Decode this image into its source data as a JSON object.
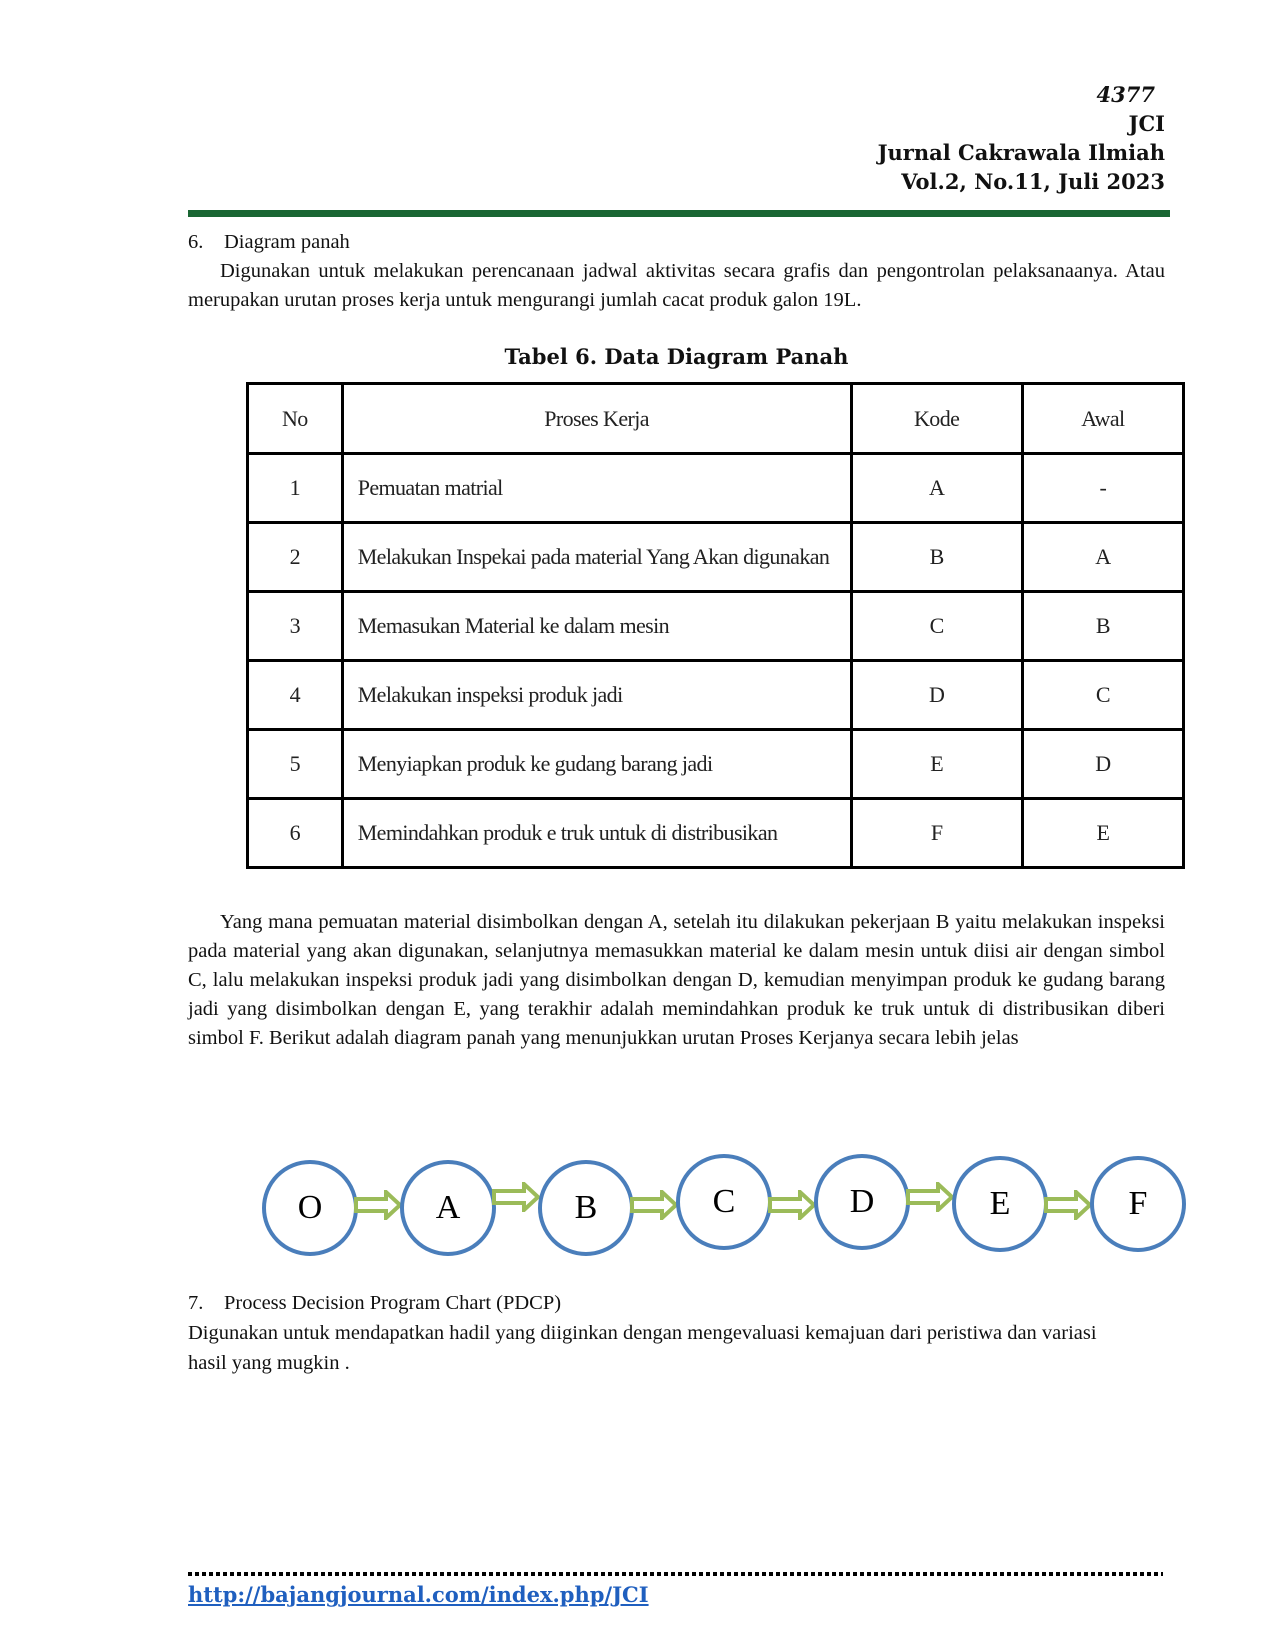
{
  "header": {
    "page_number": "4377",
    "journal_abbr": "JCI",
    "journal_name": "Jurnal Cakrawala Ilmiah",
    "volume": "Vol.2, No.11, Juli 2023"
  },
  "section6": {
    "number": "6.",
    "title": "Diagram panah",
    "intro": "Digunakan untuk melakukan perencanaan jadwal aktivitas secara grafis dan pengontrolan pelaksanaanya. Atau merupakan urutan proses kerja untuk mengurangi jumlah cacat produk galon 19L.",
    "table_caption": "Tabel 6. Data Diagram Panah",
    "table": {
      "headers": [
        "No",
        "Proses Kerja",
        "Kode",
        "Awal"
      ],
      "rows": [
        {
          "no": "1",
          "proses": "Pemuatan matrial",
          "kode": "A",
          "awal": "-"
        },
        {
          "no": "2",
          "proses": "Melakukan Inspekai pada material Yang Akan digunakan",
          "kode": "B",
          "awal": "A"
        },
        {
          "no": "3",
          "proses": "Memasukan Material ke dalam mesin",
          "kode": "C",
          "awal": "B"
        },
        {
          "no": "4",
          "proses": "Melakukan inspeksi produk jadi",
          "kode": "D",
          "awal": "C"
        },
        {
          "no": "5",
          "proses": "Menyiapkan produk ke gudang barang jadi",
          "kode": "E",
          "awal": "D"
        },
        {
          "no": "6",
          "proses": "Memindahkan produk e truk untuk di distribusikan",
          "kode": "F",
          "awal": "E"
        }
      ]
    },
    "explanation": "Yang mana pemuatan material disimbolkan dengan A, setelah itu dilakukan pekerjaan B yaitu melakukan inspeksi pada material yang akan digunakan, selanjutnya memasukkan material ke dalam mesin untuk diisi air dengan simbol C, lalu melakukan inspeksi produk jadi yang disimbolkan dengan D, kemudian menyimpan produk ke gudang barang jadi yang disimbolkan dengan E, yang terakhir adalah memindahkan produk ke truk untuk di distribusikan diberi simbol F. Berikut adalah diagram panah yang menunjukkan urutan Proses Kerjanya secara lebih jelas",
    "diagram": {
      "nodes": [
        "O",
        "A",
        "B",
        "C",
        "D",
        "E",
        "F"
      ],
      "node_color": "#4a7ebb",
      "arrow_color": "#9bbb59"
    }
  },
  "section7": {
    "number": "7.",
    "title": "Process Decision Program Chart (PDCP)",
    "text": "Digunakan untuk mendapatkan hadil yang diiginkan dengan mengevaluasi kemajuan dari peristiwa dan variasi hasil yang mugkin ."
  },
  "footer": {
    "link": "http://bajangjournal.com/index.php/JCI",
    "link_color": "#1f5fbf"
  },
  "colors": {
    "header_rule": "#1a6633"
  }
}
